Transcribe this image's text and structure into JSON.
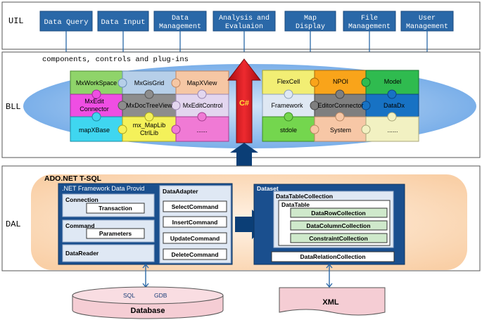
{
  "layers": {
    "uil": "UIL",
    "bll": "BLL",
    "dal": "DAL"
  },
  "uil_modules": [
    {
      "line1": "Data Query",
      "line2": ""
    },
    {
      "line1": "Data Input",
      "line2": ""
    },
    {
      "line1": "Data",
      "line2": "Management"
    },
    {
      "line1": "Analysis and",
      "line2": "Evaluaion"
    },
    {
      "line1": "Map",
      "line2": "Display"
    },
    {
      "line1": "File",
      "line2": "Management"
    },
    {
      "line1": "User",
      "line2": "Management"
    }
  ],
  "bll": {
    "caption": "components, controls and plug-ins",
    "left_pieces": [
      {
        "line1": "MxWorkSpace",
        "line2": "",
        "color": "#8fd46a"
      },
      {
        "line1": "MxGisGrid",
        "line2": "",
        "color": "#b6cfe9"
      },
      {
        "line1": "MapXView",
        "line2": "",
        "color": "#f6c7a4"
      },
      {
        "line1": "MxEdit",
        "line2": "Connector",
        "color": "#ef4ee3"
      },
      {
        "line1": "MxDocTreeView",
        "line2": "",
        "color": "#8d8d8d"
      },
      {
        "line1": "MxEditControl",
        "line2": "",
        "color": "#e3d6ef"
      },
      {
        "line1": "mapXBase",
        "line2": "",
        "color": "#3fd6f0"
      },
      {
        "line1": "mx_MapLib",
        "line2": "CtrlLib",
        "color": "#f4f15a"
      },
      {
        "line1": "......",
        "line2": "",
        "color": "#f07ad5"
      }
    ],
    "arrow_label": "C#",
    "right_pieces": [
      {
        "line1": "FlexCell",
        "line2": "",
        "color": "#f2ee74"
      },
      {
        "line1": "NPOI",
        "line2": "",
        "color": "#f9a41a"
      },
      {
        "line1": "Model",
        "line2": "",
        "color": "#2fbb4f"
      },
      {
        "line1": "Framework",
        "line2": "",
        "color": "#dfe8f3"
      },
      {
        "line1": "EditorConnector",
        "line2": "",
        "color": "#7f7f7f"
      },
      {
        "line1": "DataDx",
        "line2": "",
        "color": "#1772c4"
      },
      {
        "line1": "stdole",
        "line2": "",
        "color": "#74d64e"
      },
      {
        "line1": "System",
        "line2": "",
        "color": "#f7c7a6"
      },
      {
        "line1": "......",
        "line2": "",
        "color": "#f2f1c2"
      }
    ]
  },
  "dal": {
    "title": "ADO.NET   T-SQL",
    "provider": {
      "title": ".NET Framework  Data  Provid",
      "connection": "Connection",
      "transaction": "Transaction",
      "command": "Command",
      "parameters": "Parameters",
      "datareader": "DataReader"
    },
    "adapter": {
      "title": "DataAdapter",
      "commands": [
        "SelectCommand",
        "InsertCommand",
        "UpdateCommand",
        "DeleteCommand"
      ]
    },
    "dataset": {
      "title": "Dataset",
      "table_collection": "DataTableCollection",
      "datatable": "DataTable",
      "collections": [
        "DataRowCollection",
        "DataColumnCollection",
        "ConstraintCollection"
      ],
      "relation": "DataRelationCollection"
    }
  },
  "storage": {
    "database": {
      "sql": "SQL",
      "gdb": "GDB",
      "label": "Database"
    },
    "xml": "XML"
  },
  "colors": {
    "uil_box": "#2a68a8",
    "bll_blue": "#7fb2e8",
    "dal_peach": "#fbd8b8",
    "dal_navy": "#1a4f8e",
    "red_arrow": "#d8161c",
    "navy_arrow": "#0b3e76",
    "storage_pink": "#f5cdd4"
  }
}
